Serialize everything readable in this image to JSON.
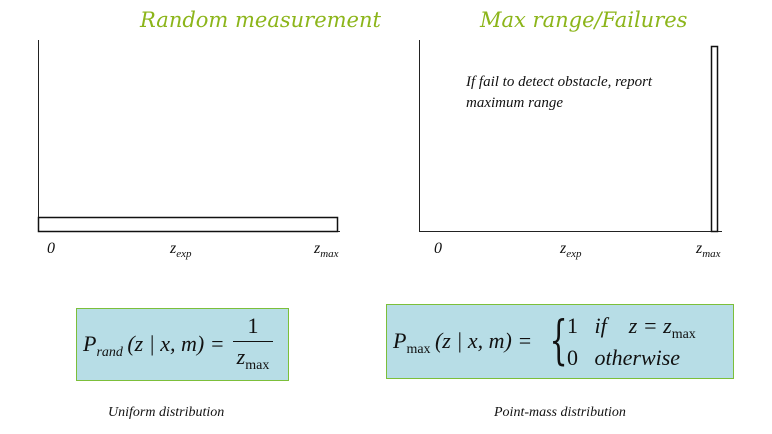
{
  "left_panel": {
    "title": "Random measurement",
    "ticks": {
      "zero": "0",
      "z": "z",
      "exp": "exp",
      "max": "max"
    },
    "formula": {
      "p": "P",
      "rand": "rand",
      "args": "(z | x, m) =",
      "num": "1",
      "den": "z",
      "den_sub": "max"
    },
    "caption": "Uniform distribution"
  },
  "right_panel": {
    "title": "Max range/Failures",
    "note": "If fail to detect obstacle, report maximum range",
    "ticks": {
      "zero": "0",
      "z": "z",
      "exp": "exp",
      "max": "max"
    },
    "formula": {
      "p": "P",
      "max": "max",
      "args": "(z | x, m) =",
      "one": "1",
      "if": "if",
      "cond": "z = z",
      "cond_sub": "max",
      "zero": "0",
      "otherwise": "otherwise"
    },
    "caption": "Point-mass distribution"
  },
  "colors": {
    "title": "#8cb51a",
    "formula_bg": "#b7dde6",
    "formula_border": "#7cbf3a"
  }
}
